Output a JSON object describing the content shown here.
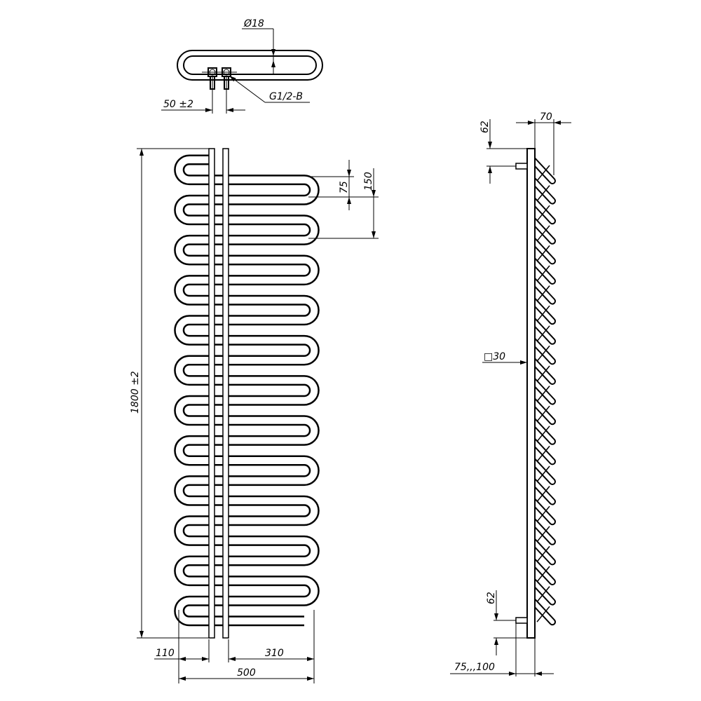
{
  "drawing": {
    "title": "Towel radiator technical drawing",
    "colors": {
      "line": "#000000",
      "background": "#ffffff"
    },
    "top_view": {
      "tube_diameter": "Ø18",
      "connection_thread": "G1/2-B",
      "connection_spacing": "50 ±2"
    },
    "front_view": {
      "loop_pitch": "75",
      "group_pitch": "150",
      "height": "1800 ±2",
      "left_offset": "110",
      "right_offset": "310",
      "width": "500"
    },
    "side_view": {
      "top_connection_offset": "62",
      "depth": "70",
      "profile": "□30",
      "bottom_connection_offset": "62",
      "wall_distance": "75,,,100"
    }
  }
}
